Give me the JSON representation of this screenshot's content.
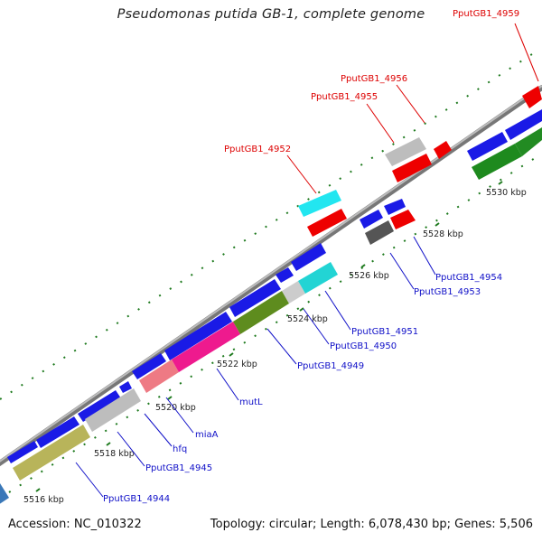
{
  "title": "Pseudomonas putida GB-1, complete genome",
  "footer": {
    "accession": "Accession: NC_010322",
    "summary": "Topology: circular; Length: 6,078,430 bp; Genes: 5,506"
  },
  "colors": {
    "backbone": "#8a8a8a",
    "tick": "#1e7a1e",
    "label_red": "#dd0000",
    "label_blue": "#1010c8"
  },
  "ticks": [
    "5516 kbp",
    "5518 kbp",
    "5520 kbp",
    "5522 kbp",
    "5524 kbp",
    "5526 kbp",
    "5528 kbp",
    "5530 kbp"
  ],
  "gene_labels_top": [
    "PputGB1_4952",
    "PputGB1_4955",
    "PputGB1_4956",
    "PputGB1_4959"
  ],
  "gene_labels_bottom": [
    "PputGB1_4944",
    "PputGB1_4945",
    "hfq",
    "miaA",
    "mutL",
    "PputGB1_4949",
    "PputGB1_4950",
    "PputGB1_4951",
    "PputGB1_4953",
    "PputGB1_4954"
  ]
}
